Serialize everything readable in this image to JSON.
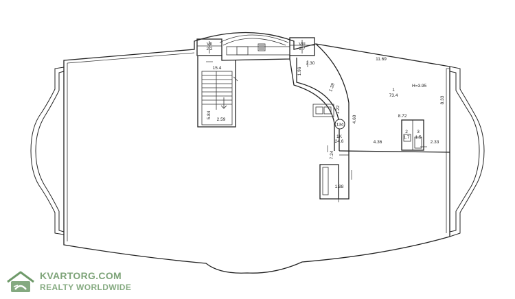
{
  "plan": {
    "rooms": {
      "vii": "VII",
      "vii_area": "2.2",
      "viii": "VIII",
      "viii_area": "2.7",
      "stair_area": "15.4",
      "main_area": "73.4",
      "main_marker": "1",
      "main_height": "H=3.95",
      "kitchen_area": "24.6",
      "kitchen_marker": "1K",
      "bath_2": "2",
      "bath_3": "3",
      "bath_2_area": "1.7",
      "bath_3_area": "1.5",
      "circle_label": "134"
    },
    "dimensions": {
      "d_11_69": "11.69",
      "d_2_30": "2.30",
      "d_1_96": "1.96",
      "d_1_39": "1.39",
      "d_1_22": "1.22",
      "d_4_60": "4.60",
      "d_7_24": "7.24",
      "d_1_88": "1.88",
      "d_4_36": "4.36",
      "d_8_72": "8.72",
      "d_2_33": "2.33",
      "d_8_33": "8.33",
      "d_5_84": "5.84",
      "d_2_59": "2.59"
    }
  },
  "watermark": {
    "brand": "KVARTORG.COM",
    "tagline": "REALTY WORLDWIDE",
    "logo_icon": "house-icon",
    "logo_color": "#6f9a6a"
  }
}
